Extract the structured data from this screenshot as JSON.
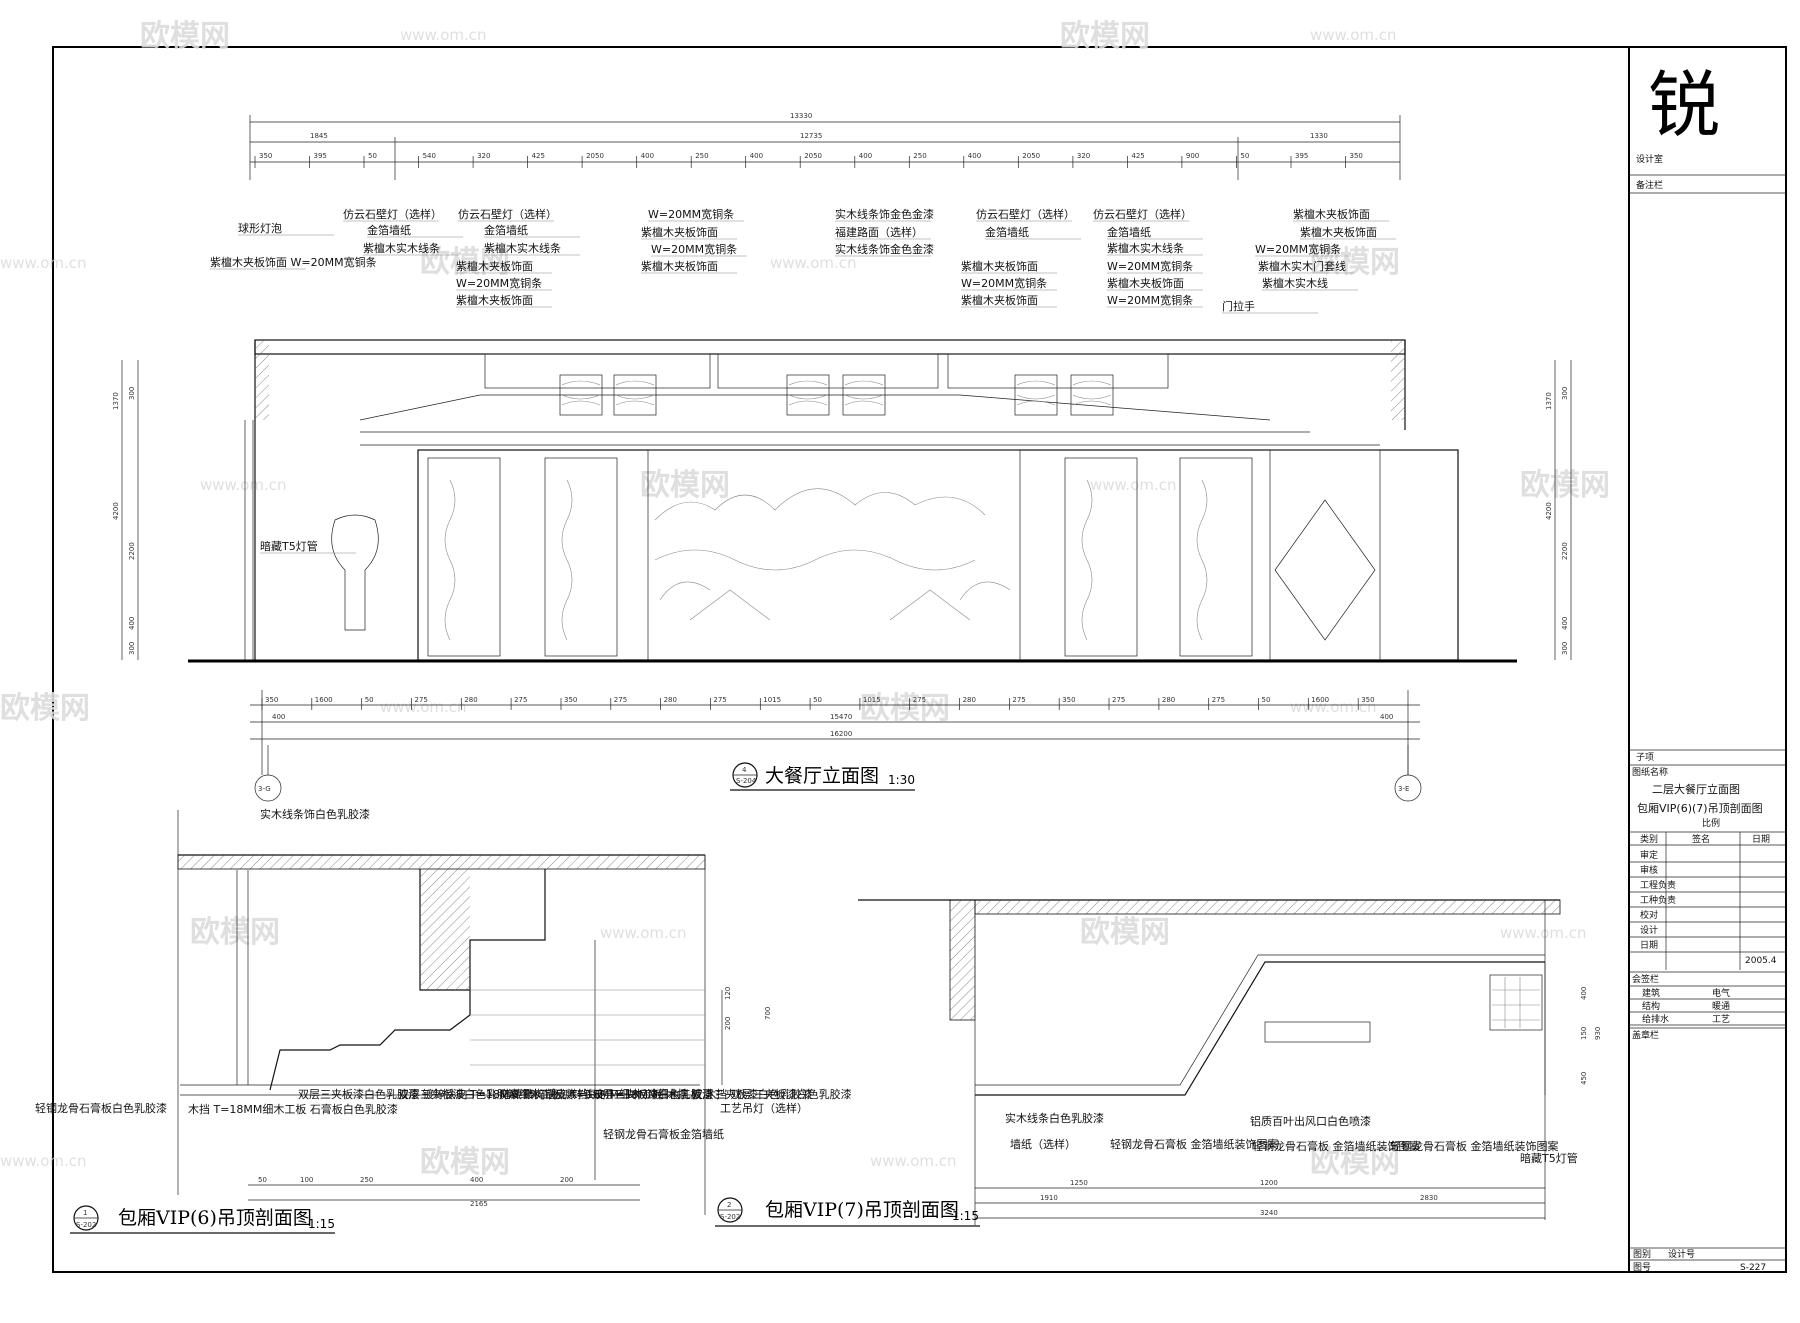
{
  "watermark": {
    "brand": "欧模网",
    "url": "www.om.cn"
  },
  "elevation": {
    "title": "大餐厅立面图",
    "scale": "1:30",
    "ref_number": "4",
    "ref_sheet": "S-204",
    "grid_left": "3-G",
    "grid_right": "3-E",
    "top_dims": [
      "13330",
      "1845",
      "12735",
      "1330"
    ],
    "top_dims_row3": [
      "350",
      "395",
      "50",
      "540",
      "320",
      "425",
      "2050",
      "400",
      "250",
      "400",
      "2050",
      "400",
      "250",
      "400",
      "2050",
      "320",
      "425",
      "900",
      "50",
      "395",
      "350"
    ],
    "bottom_dims_row1": [
      "350",
      "1600",
      "50",
      "275",
      "280",
      "275",
      "350",
      "275",
      "280",
      "275",
      "1015",
      "50",
      "1015",
      "275",
      "280",
      "275",
      "350",
      "275",
      "280",
      "275",
      "50",
      "1600",
      "350"
    ],
    "bottom_dims_row2": [
      "400",
      "15470",
      "400"
    ],
    "bottom_dims_row3": [
      "16200"
    ],
    "left_dims": [
      "1370",
      "300",
      "4200",
      "2200",
      "400",
      "300"
    ],
    "right_dims": [
      "1370",
      "300",
      "4200",
      "2200",
      "400",
      "300"
    ],
    "labels": [
      "球形灯泡",
      "紫檀木夹板饰面\nW=20MM宽铜条",
      "仿云石壁灯（选样）",
      "金箔墙纸",
      "紫檀木实木线条",
      "仿云石壁灯（选样）",
      "金箔墙纸",
      "紫檀木实木线条",
      "紫檀木夹板饰面",
      "W=20MM宽铜条",
      "紫檀木夹板饰面",
      "W=20MM宽铜条",
      "紫檀木夹板饰面",
      "W=20MM宽铜条",
      "紫檀木夹板饰面",
      "实木线条饰金色金漆",
      "福建路面（选样）",
      "实木线条饰金色金漆",
      "仿云石壁灯（选样）",
      "金箔墙纸",
      "紫檀木夹板饰面",
      "W=20MM宽铜条",
      "紫檀木夹板饰面",
      "仿云石壁灯（选样）",
      "金箔墙纸",
      "紫檀木实木线条",
      "W=20MM宽铜条",
      "紫檀木夹板饰面",
      "W=20MM宽铜条",
      "紫檀木夹板饰面",
      "紫檀木夹板饰面",
      "W=20MM宽铜条",
      "紫檀木实木门套线",
      "紫檀木实木线",
      "门拉手",
      "暗藏T5灯管"
    ]
  },
  "section6": {
    "title": "包厢VIP(6)吊顶剖面图",
    "scale": "1:15",
    "ref_number": "1",
    "ref_sheet": "S-202",
    "labels": [
      "实木线条饰白色乳胶漆",
      "轻钢龙骨石膏板白色乳胶漆",
      "木挡\nT=18MM细木工板\n石膏板白色乳胶漆",
      "双层三夹板漆白色乳胶漆\n镀锌铁皮\nT=18MM细木工板\n木挡\n双层三夹板漆白色乳胶漆",
      "双层三夹板漆白色乳胶漆\n镀锌铁皮\nT=18MM细木工板\n木挡\n双层三夹板漆白色乳胶漆",
      "暗藏T5灯管\n镀锌铁皮\nT=18MM细木工板\n木挡\n双层三夹板漆白色乳胶漆",
      "轻钢龙骨石膏板金箔墙纸",
      "工艺吊灯（选样）"
    ],
    "dims": [
      "50",
      "100",
      "250",
      "400",
      "200",
      "2165"
    ],
    "right_dims": [
      "120",
      "200",
      "700"
    ]
  },
  "section7": {
    "title": "包厢VIP(7)吊顶剖面图",
    "scale": "1:15",
    "ref_number": "2",
    "ref_sheet": "S-202",
    "labels": [
      "实木线条白色乳胶漆",
      "墙纸（选样）",
      "轻钢龙骨石膏板\n金箔墙纸装饰图案",
      "铝质百叶出风口白色喷漆",
      "轻钢龙骨石膏板\n金箔墙纸装饰图案",
      "轻钢龙骨石膏板\n金箔墙纸装饰图案",
      "暗藏T5灯管"
    ],
    "dims": [
      "1250",
      "1910",
      "1200",
      "2830",
      "3240"
    ],
    "right_dims": [
      "400",
      "150",
      "930",
      "450"
    ]
  },
  "title_block": {
    "signature": "锐",
    "design_office": "设计室",
    "remarks_label": "备注栏",
    "drawing_name_label": "图纸名称",
    "drawing_name_line1": "二层大餐厅立面图",
    "drawing_name_line2": "包厢VIP(6)(7)吊顶剖面图",
    "scale_label": "比例",
    "sub_label": "子项",
    "table_header": [
      "类别",
      "签名",
      "日期"
    ],
    "rows": [
      "审定",
      "审核",
      "工程负责",
      "工种负责",
      "校对",
      "设计",
      "日期"
    ],
    "date_value": "2005.4",
    "countersign_label": "会签栏",
    "countersign_rows": [
      [
        "建筑",
        "电气"
      ],
      [
        "结构",
        "暖通"
      ],
      [
        "给排水",
        "工艺"
      ]
    ],
    "stamp_label": "盖章栏",
    "sheet_label": "图号",
    "sheet_number": "S-227",
    "bottom_labels": [
      "图别",
      "设计号"
    ]
  }
}
